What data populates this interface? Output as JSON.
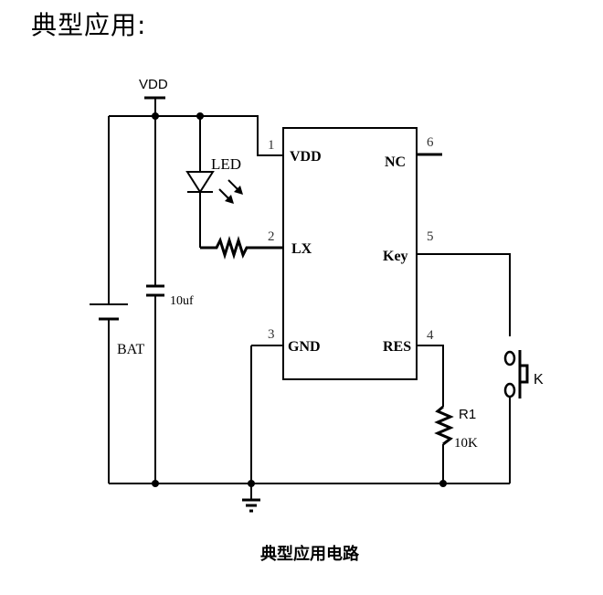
{
  "heading": "典型应用:",
  "caption": "典型应用电路",
  "power_label": "VDD",
  "ic": {
    "pins": [
      {
        "number": "1",
        "name": "VDD"
      },
      {
        "number": "2",
        "name": "LX"
      },
      {
        "number": "3",
        "name": "GND"
      },
      {
        "number": "4",
        "name": "RES"
      },
      {
        "number": "5",
        "name": "Key"
      },
      {
        "number": "6",
        "name": "NC"
      }
    ]
  },
  "components": {
    "led": "LED",
    "capacitor": "10uf",
    "battery": "BAT",
    "resistor_name": "R1",
    "resistor_value": "10K",
    "switch": "K"
  }
}
